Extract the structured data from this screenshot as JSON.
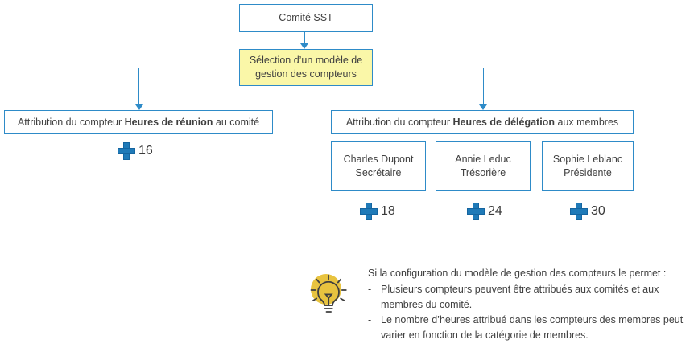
{
  "diagram": {
    "title_node": {
      "label": "Comité SST"
    },
    "selection_node": {
      "label": "Sélection d’un modèle de gestion des compteurs"
    },
    "left_branch": {
      "prefix": "Attribution du compteur ",
      "emphasis": "Heures de réunion",
      "suffix": " au comité",
      "counter": {
        "icon": "plus-icon",
        "value": "16"
      }
    },
    "right_branch": {
      "prefix": "Attribution du compteur ",
      "emphasis": "Heures de délégation",
      "suffix": " aux membres",
      "members": [
        {
          "name": "Charles Dupont",
          "role": "Secrétaire",
          "counter": {
            "icon": "plus-icon",
            "value": "18"
          }
        },
        {
          "name": "Annie Leduc",
          "role": "Trésorière",
          "counter": {
            "icon": "plus-icon",
            "value": "24"
          }
        },
        {
          "name": "Sophie Leblanc",
          "role": "Présidente",
          "counter": {
            "icon": "plus-icon",
            "value": "30"
          }
        }
      ]
    }
  },
  "note": {
    "icon": "lightbulb-icon",
    "lead": "Si la configuration du modèle de gestion des compteurs le permet :",
    "dash": "-",
    "items": [
      "Plusieurs compteurs peuvent être attribués aux comités et aux membres du comité.",
      "Le nombre d’heures attribué dans les compteurs des membres peut varier en fonction de la catégorie de membres."
    ]
  },
  "colors": {
    "border_blue": "#2E8BC8",
    "accent_yellow": "#FAF7A8",
    "plus_blue": "#1F7AB8",
    "bulb_gold": "#E8C33F",
    "text": "#404040"
  }
}
